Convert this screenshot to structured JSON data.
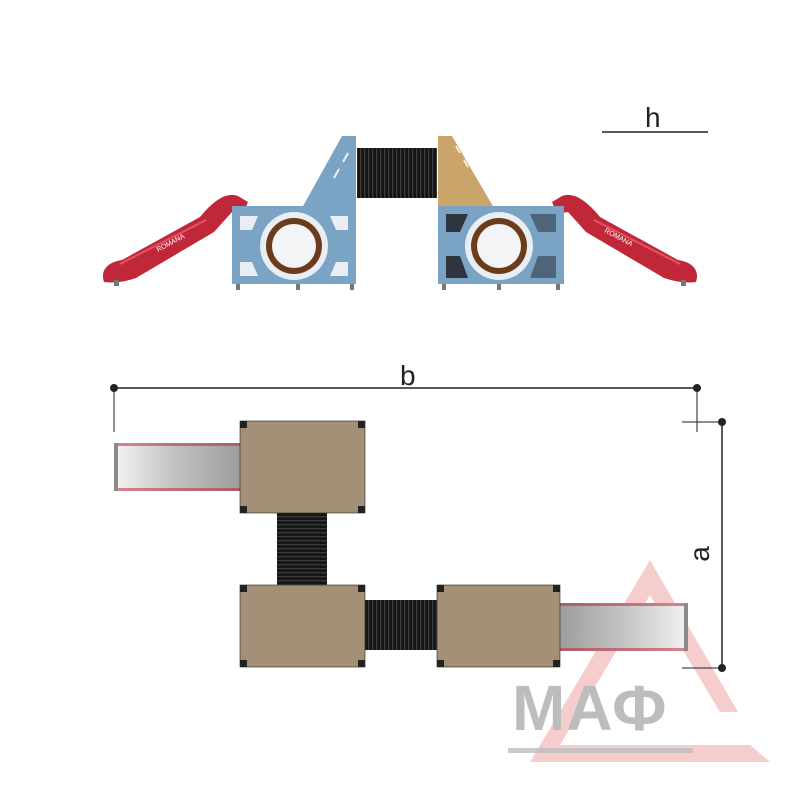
{
  "labels": {
    "height": "h",
    "length": "b",
    "width": "a"
  },
  "brand_text": "ROMANA",
  "watermark": {
    "text": "МАФ"
  },
  "colors": {
    "slide": "#c0283a",
    "tower_blue": "#7aa3c4",
    "tower_tan": "#c9a56a",
    "deck": "#a48f77",
    "tunnel": "#151515",
    "ring": "#6b3b1c",
    "watermark_triangle": "#f2b8b8",
    "watermark_text": "#bdbdbd",
    "dimension_line": "#222222"
  },
  "icons": {
    "watermark_logo": "triangle-logo-icon"
  }
}
